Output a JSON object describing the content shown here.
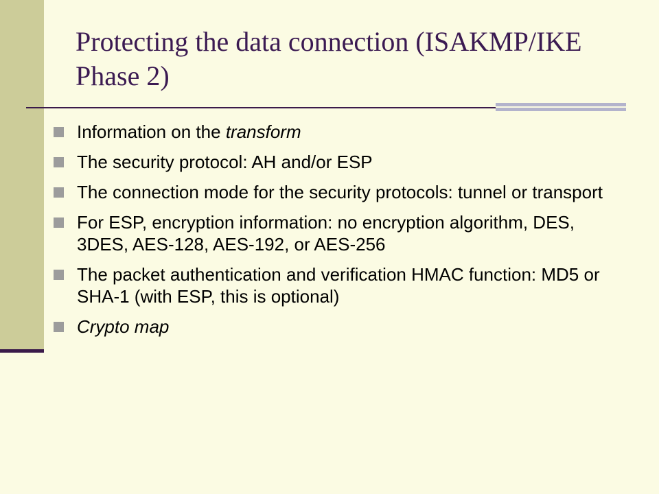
{
  "slide": {
    "title": "Protecting the data connection (ISAKMP/IKE Phase 2)",
    "bullets": [
      {
        "prefix": "Information on the ",
        "emphasis": "transform",
        "suffix": ""
      },
      {
        "prefix": "The security protocol: AH and/or ESP",
        "emphasis": "",
        "suffix": ""
      },
      {
        "prefix": "The connection mode for the security protocols: tunnel or transport",
        "emphasis": "",
        "suffix": ""
      },
      {
        "prefix": "For ESP, encryption information: no encryption algorithm, DES, 3DES, AES-128, AES-192, or AES-256",
        "emphasis": "",
        "suffix": ""
      },
      {
        "prefix": "The packet authentication and verification HMAC function: MD5 or SHA-1 (with ESP, this is optional)",
        "emphasis": "",
        "suffix": ""
      },
      {
        "prefix": "",
        "emphasis": "Crypto map",
        "suffix": ""
      }
    ]
  },
  "colors": {
    "background": "#fbfbe3",
    "left_band": "#cccc99",
    "title": "#3b1a52",
    "accent_line": "#3a1a4a",
    "bullet_marker": "#9c9c9c",
    "gray_bar": "#b3b3cc"
  }
}
